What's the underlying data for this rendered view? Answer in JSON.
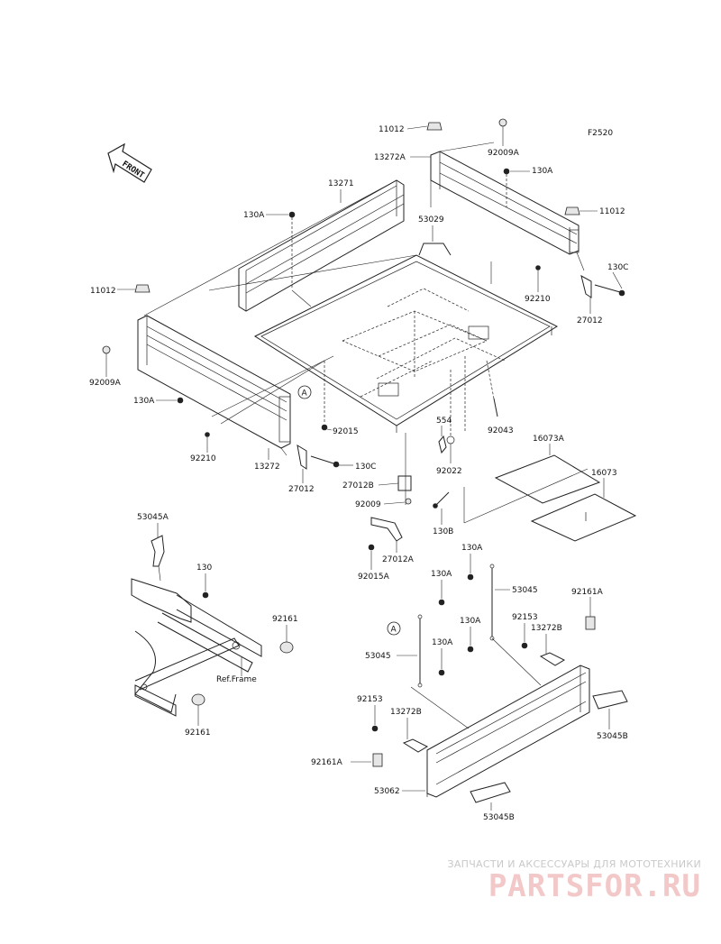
{
  "figure_code": "F2520",
  "front_label": "FRONT",
  "ref_frame": "Ref.Frame",
  "callout_a": "A",
  "labels": {
    "p11012_top": "11012",
    "p13272A": "13272A",
    "p92009A_top": "92009A",
    "p130A_top_r": "130A",
    "p11012_r": "11012",
    "p13271": "13271",
    "p130A_top_l": "130A",
    "p53029": "53029",
    "p130C_r": "130C",
    "p92210_r": "92210",
    "p27012_r": "27012",
    "p11012_l": "11012",
    "p92009A_l": "92009A",
    "p130A_l": "130A",
    "p92015": "92015",
    "p554": "554",
    "p92043": "92043",
    "p92210_l": "92210",
    "p13272": "13272",
    "p130C_l": "130C",
    "p27012_l": "27012",
    "p92022": "92022",
    "p16073A": "16073A",
    "p16073": "16073",
    "p27012B": "27012B",
    "p92009": "92009",
    "p130B": "130B",
    "p53045A": "53045A",
    "p27012A": "27012A",
    "p130A_m1": "130A",
    "p130_frame": "130",
    "p92015A": "92015A",
    "p130A_m2": "130A",
    "p53045_r": "53045",
    "p92161A_r": "92161A",
    "p92161_r": "92161",
    "p130A_m3": "130A",
    "p92153_r": "92153",
    "p13272B_r": "13272B",
    "p53045_l": "53045",
    "p130A_m4": "130A",
    "p92161_b": "92161",
    "p53045B_r": "53045B",
    "p92153_l": "92153",
    "p13272B_l": "13272B",
    "p92161A_l": "92161A",
    "p53062": "53062",
    "p53045B_b": "53045B"
  },
  "watermark": {
    "caption": "ЗАПЧАСТИ И АКСЕССУАРЫ ДЛЯ МОТОТЕХНИКИ",
    "logo": "PARTSFOR.RU"
  }
}
